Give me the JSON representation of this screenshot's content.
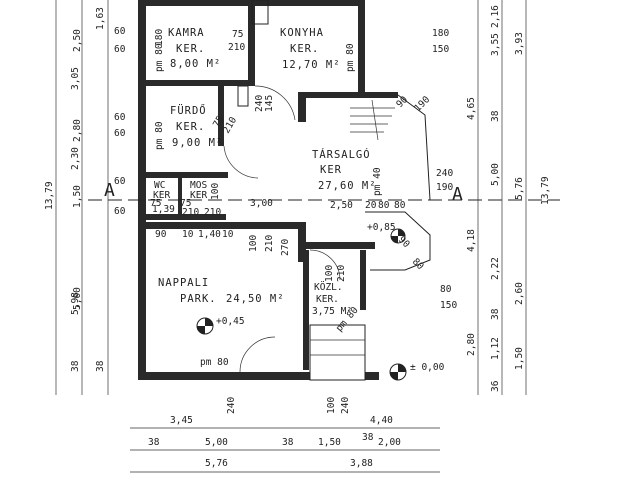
{
  "rooms": {
    "kamra": {
      "name": "KAMRA",
      "type": "KER.",
      "area": "8,00 M²"
    },
    "konyha": {
      "name": "KONYHA",
      "type": "KER.",
      "area": "12,70 M²"
    },
    "furdo": {
      "name": "FÜRDŐ",
      "type": "KER.",
      "area": "9,00 M²"
    },
    "tarsalgo": {
      "name": "TÁRSALGÓ",
      "type": "KER",
      "area": "27,60 M²"
    },
    "wc": {
      "name": "WC",
      "type": "KER",
      "area": "1,39"
    },
    "mos": {
      "name": "MOS",
      "type": "KER"
    },
    "nappali": {
      "name": "NAPPALI",
      "type": "PARK.",
      "area": "24,50 M²"
    },
    "kozl": {
      "name": "KÖZL.",
      "type": "KER.",
      "area": "3,75 M²"
    }
  },
  "levels": {
    "nappali": "+0,45",
    "terasz": "+0,85",
    "entrance": "± 0,00"
  },
  "section_mark": "A",
  "left_dims": {
    "outer": [
      "13,79"
    ],
    "middle": [
      "3,05",
      "2,30",
      "5,98",
      "38"
    ],
    "inner": [
      "1,63",
      "2,50",
      "2,80",
      "1,50",
      "5,00",
      "38"
    ],
    "offsets": [
      "60",
      "60",
      "60",
      "60",
      "60",
      "60"
    ]
  },
  "right_dims": {
    "outer": [
      "13,79"
    ],
    "middle": [
      "3,93",
      "5,76",
      "2,60",
      "1,50"
    ],
    "inner": [
      "2,16",
      "3,55",
      "4,65",
      "38",
      "5,00",
      "4,18",
      "2,22",
      "38",
      "2,80",
      "1,12",
      "36"
    ],
    "offsets": [
      "180",
      "150",
      "240",
      "190",
      "80",
      "150"
    ]
  },
  "bottom_dims": {
    "row1": [
      "3,45",
      "4,40"
    ],
    "row2": [
      "38",
      "5,00",
      "38",
      "1,50",
      "38",
      "2,00"
    ],
    "row3": [
      "5,76",
      "3,88"
    ],
    "verticals": [
      "240",
      "100",
      "240"
    ]
  },
  "inner_dims": {
    "kamra": [
      "75",
      "210",
      "180",
      "pm 80"
    ],
    "konyha": [
      "pm 80",
      "240",
      "145"
    ],
    "furdo": [
      "pm 80",
      "75",
      "210",
      "100"
    ],
    "tarsalgo": [
      "pm 40",
      "190",
      "90",
      "80",
      "90",
      "80"
    ],
    "hall": [
      "3,00",
      "2,50",
      "20",
      "80",
      "90",
      "10",
      "1,40",
      "10",
      "100",
      "210",
      "270"
    ],
    "wc_mos": [
      "75",
      "75",
      "210",
      "210"
    ],
    "nappali": [
      "pm 80"
    ],
    "kozl": [
      "100",
      "210",
      "pm 80"
    ]
  }
}
